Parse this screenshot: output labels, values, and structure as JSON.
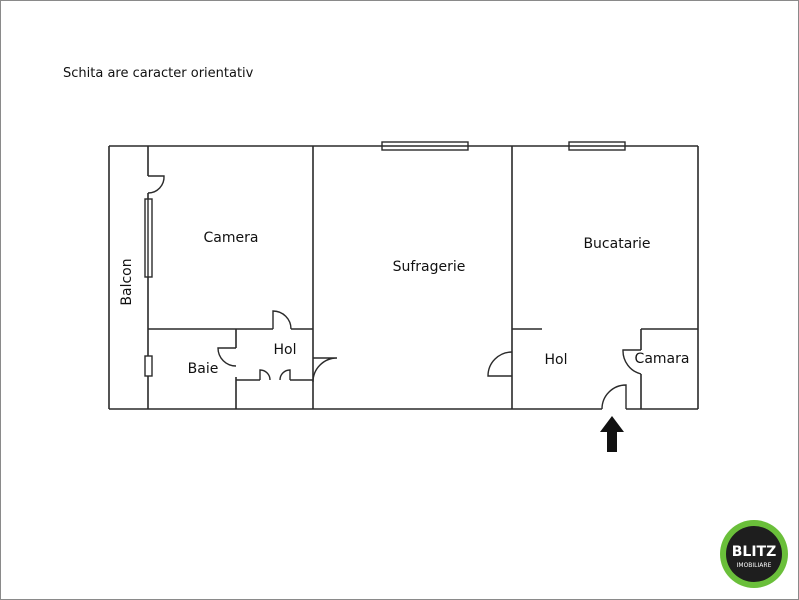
{
  "note": "Schita are caracter orientativ",
  "rooms": {
    "balcon": "Balcon",
    "camera": "Camera",
    "sufragerie": "Sufragerie",
    "bucatarie": "Bucatarie",
    "baie": "Baie",
    "hol_left": "Hol",
    "hol_right": "Hol",
    "camara": "Camara"
  },
  "logo": {
    "word": "BLITZ",
    "sub": "IMOBILIARE"
  },
  "colors": {
    "wall": "#2a2a2a",
    "arrow": "#111111",
    "logo_ring": "#6abf3a",
    "logo_core": "#1e1e1e"
  }
}
